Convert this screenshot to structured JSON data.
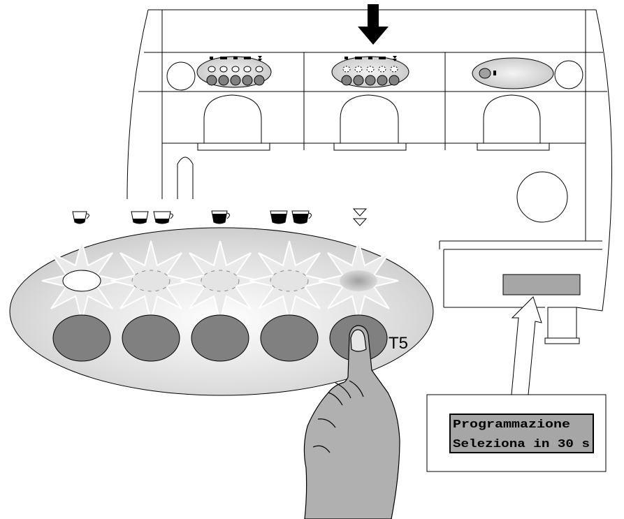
{
  "figure": {
    "button_label": "T5",
    "display": {
      "line1": "Programmazione",
      "line2": "Seleziona in 30 s"
    },
    "buttons": [
      {
        "icon": "single-small-cup-icon",
        "led": "flashing-outline"
      },
      {
        "icon": "double-small-cup-icon",
        "led": "flashing"
      },
      {
        "icon": "single-large-cup-icon",
        "led": "flashing"
      },
      {
        "icon": "double-large-cup-icon",
        "led": "flashing"
      },
      {
        "icon": "continuous-dose-icon",
        "led": "flashing-on"
      }
    ],
    "colors": {
      "line": "#000000",
      "button_fill": "#808080",
      "panel_fill": "#d6d6d6",
      "display_fill": "#a6a6a6"
    }
  }
}
